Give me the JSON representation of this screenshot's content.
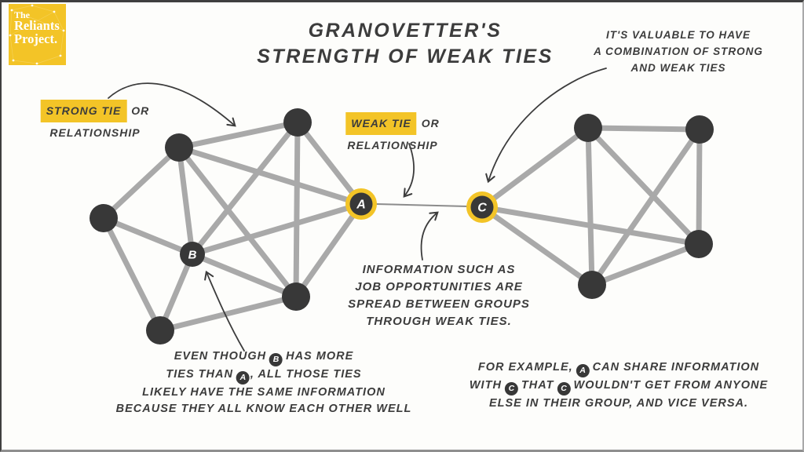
{
  "logo": {
    "line1": "The",
    "line2": "Reliants",
    "line3": "Project."
  },
  "title": {
    "line1": "GRANOVETTER'S",
    "line2": "STRENGTH OF WEAK TIES"
  },
  "nodes": {
    "a": "A",
    "b": "B",
    "c": "C"
  },
  "labels": {
    "strong_tie": {
      "highlight": "STRONG TIE",
      "suffix": "OR",
      "line2": "RELATIONSHIP"
    },
    "weak_tie": {
      "highlight": "WEAK TIE",
      "suffix": "OR",
      "line2": "RELATIONSHIP"
    }
  },
  "annotations": {
    "valuable": {
      "line1": "IT'S VALUABLE TO HAVE",
      "line2": "A COMBINATION OF STRONG",
      "line3": "AND WEAK TIES"
    },
    "info": {
      "line1": "INFORMATION SUCH AS",
      "line2": "JOB OPPORTUNITIES ARE",
      "line3": "SPREAD BETWEEN GROUPS",
      "line4": "THROUGH WEAK TIES."
    },
    "even_though": {
      "l1a": "EVEN THOUGH",
      "l1_badge": "B",
      "l1b": "HAS MORE",
      "l2a": "TIES THAN",
      "l2_badge": "A",
      "l2b": ", ALL THOSE TIES",
      "l3": "LIKELY HAVE THE SAME INFORMATION",
      "l4": "BECAUSE THEY ALL KNOW EACH OTHER WELL"
    },
    "for_example": {
      "l1a": "FOR EXAMPLE,",
      "l1_badge": "A",
      "l1b": "CAN SHARE INFORMATION",
      "l2a": "WITH",
      "l2_badge1": "C",
      "l2b": "THAT",
      "l2_badge2": "C",
      "l2c": "WOULDN'T GET FROM ANYONE",
      "l3": "ELSE IN THEIR GROUP, AND VICE VERSA."
    }
  },
  "colors": {
    "accent_yellow": "#F3C427",
    "node_dark": "#383838",
    "edge_gray": "#A9A9A9",
    "weak_tie_gray": "#8C8C8C",
    "ink": "#3C3C3C"
  }
}
